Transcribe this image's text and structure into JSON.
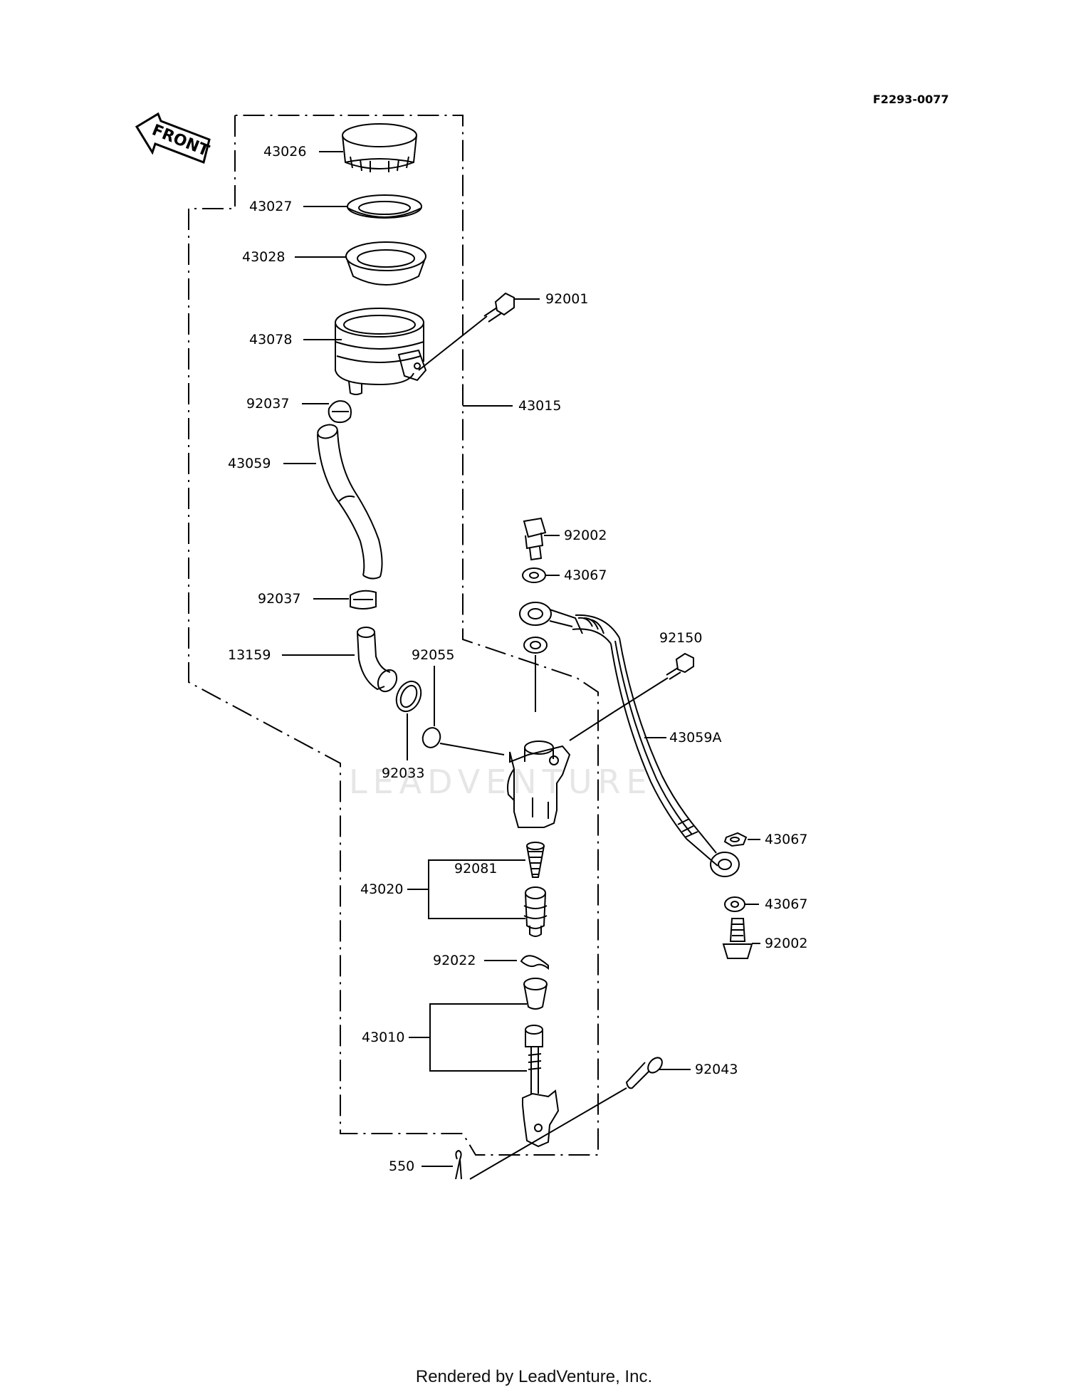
{
  "diagram_code": "F2293-0077",
  "front_label": "FRONT",
  "watermark": "LEADVENTURE",
  "footer": "Rendered by LeadVenture, Inc.",
  "parts": {
    "p43026": "43026",
    "p43027": "43027",
    "p43028": "43028",
    "p92001": "92001",
    "p43078": "43078",
    "p92037a": "92037",
    "p43015": "43015",
    "p43059": "43059",
    "p92002a": "92002",
    "p43067a": "43067",
    "p92037b": "92037",
    "p92150": "92150",
    "p13159": "13159",
    "p92055": "92055",
    "p43059A": "43059A",
    "p92033": "92033",
    "p43067b": "43067",
    "p92081": "92081",
    "p43020": "43020",
    "p43067c": "43067",
    "p92002b": "92002",
    "p92022": "92022",
    "p43010": "43010",
    "p92043": "92043",
    "p550": "550"
  }
}
